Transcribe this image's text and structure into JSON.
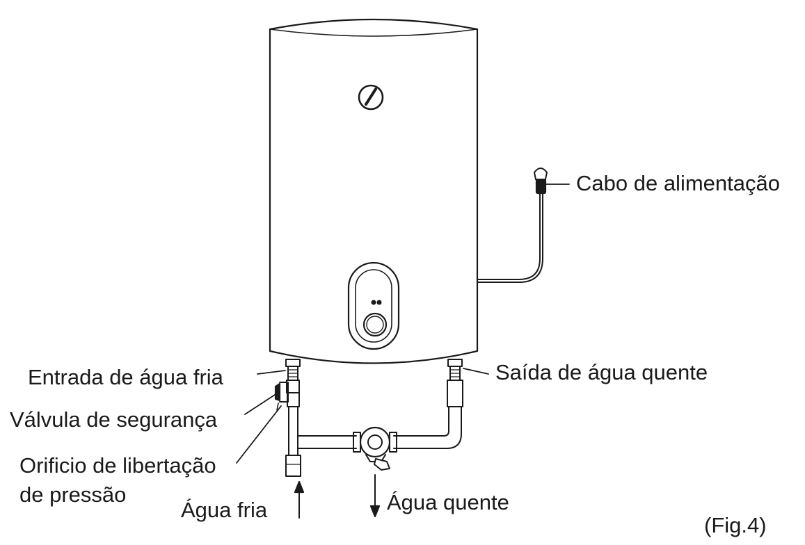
{
  "labels": {
    "power_cable": "Cabo de alimentação",
    "cold_water_inlet": "Entrada  de água fria",
    "hot_water_outlet": "Saída de água quente",
    "safety_valve": "Válvula de segurança",
    "pressure_relief_hole_line1": "Orificio de libertação",
    "pressure_relief_hole_line2": "de pressão",
    "cold_water": "Água fria",
    "hot_water": "Água quente",
    "figure_number": "(Fig.4)"
  },
  "colors": {
    "line": "#1a1a1a",
    "background": "#ffffff"
  }
}
